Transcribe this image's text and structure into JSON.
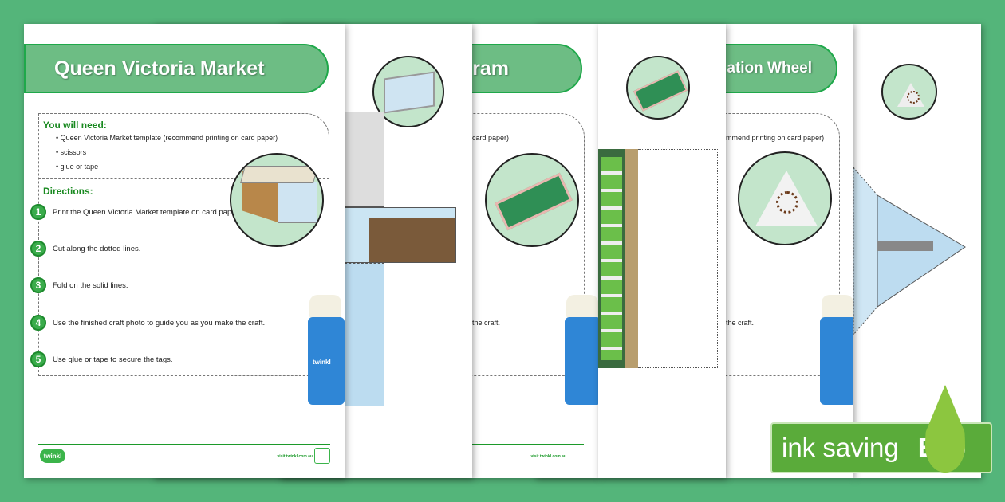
{
  "sheet1": {
    "title": "Queen Victoria Market",
    "need_heading": "You will need:",
    "needs": [
      "Queen Victoria Market template (recommend printing on card paper)",
      "scissors",
      "glue or tape"
    ],
    "directions_heading": "Directions:",
    "steps": [
      {
        "n": "1",
        "text": "Print the Queen Victoria Market template on card paper."
      },
      {
        "n": "2",
        "text": "Cut along the dotted lines."
      },
      {
        "n": "3",
        "text": "Fold on the solid lines."
      },
      {
        "n": "4",
        "text": "Use the finished craft photo to guide you as you make the craft."
      },
      {
        "n": "5",
        "text": "Use glue or tape to secure the tags."
      }
    ],
    "logo": "twinkl",
    "url": "visit twinkl.com.au"
  },
  "sheet3": {
    "title_partial": "ram",
    "need_partial": "card paper)",
    "step_partial": "the craft.",
    "url": "visit twinkl.com.au"
  },
  "sheet5": {
    "title_partial": "ation Wheel",
    "need_partial": "mmend printing on card paper)",
    "step_partial": "the craft."
  },
  "glue_label": "twinkl",
  "badge": {
    "text": "ink saving",
    "eco": "Eco"
  }
}
